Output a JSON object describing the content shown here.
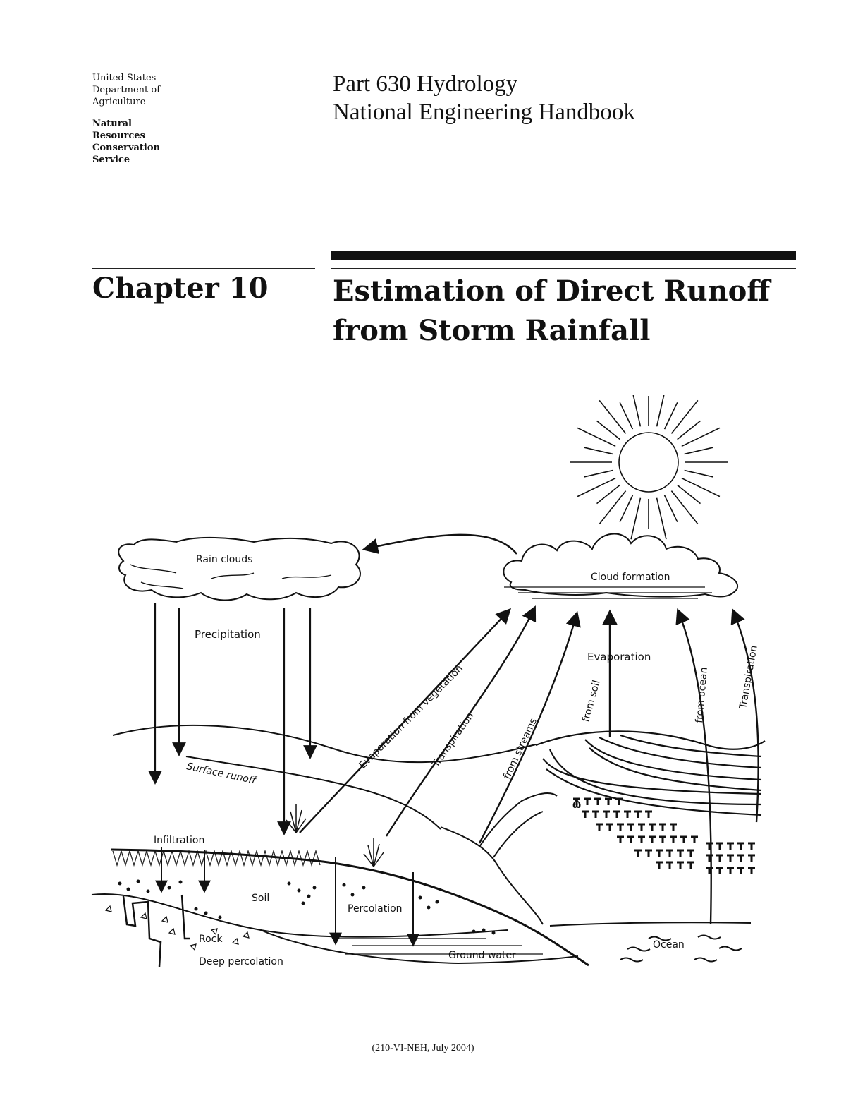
{
  "header": {
    "agency_lines": [
      "United States",
      "Department of",
      "Agriculture"
    ],
    "service_lines": [
      "Natural",
      "Resources",
      "Conservation",
      "Service"
    ],
    "handbook_lines": [
      "Part 630 Hydrology",
      "National Engineering Handbook"
    ]
  },
  "chapter": {
    "label": "Chapter 10",
    "title_lines": [
      "Estimation of Direct Runoff",
      "from Storm Rainfall"
    ]
  },
  "figure": {
    "labels": {
      "rain_clouds": "Rain clouds",
      "cloud_formation": "Cloud formation",
      "precipitation": "Precipitation",
      "evaporation": "Evaporation",
      "evaporation_from_vegetation": "Evaporation from vegetation",
      "transpiration_left": "Transpiration",
      "from_streams": "from streams",
      "from_soil": "from soil",
      "from_ocean": "from ocean",
      "transpiration_right": "Transpiration",
      "surface_runoff": "Surface runoff",
      "infiltration": "Infiltration",
      "soil": "Soil",
      "percolation": "Percolation",
      "rock": "Rock",
      "deep_percolation": "Deep percolation",
      "ground_water": "Ground water",
      "ocean": "Ocean"
    }
  },
  "footer": {
    "text": "(210-VI-NEH, July 2004)"
  }
}
